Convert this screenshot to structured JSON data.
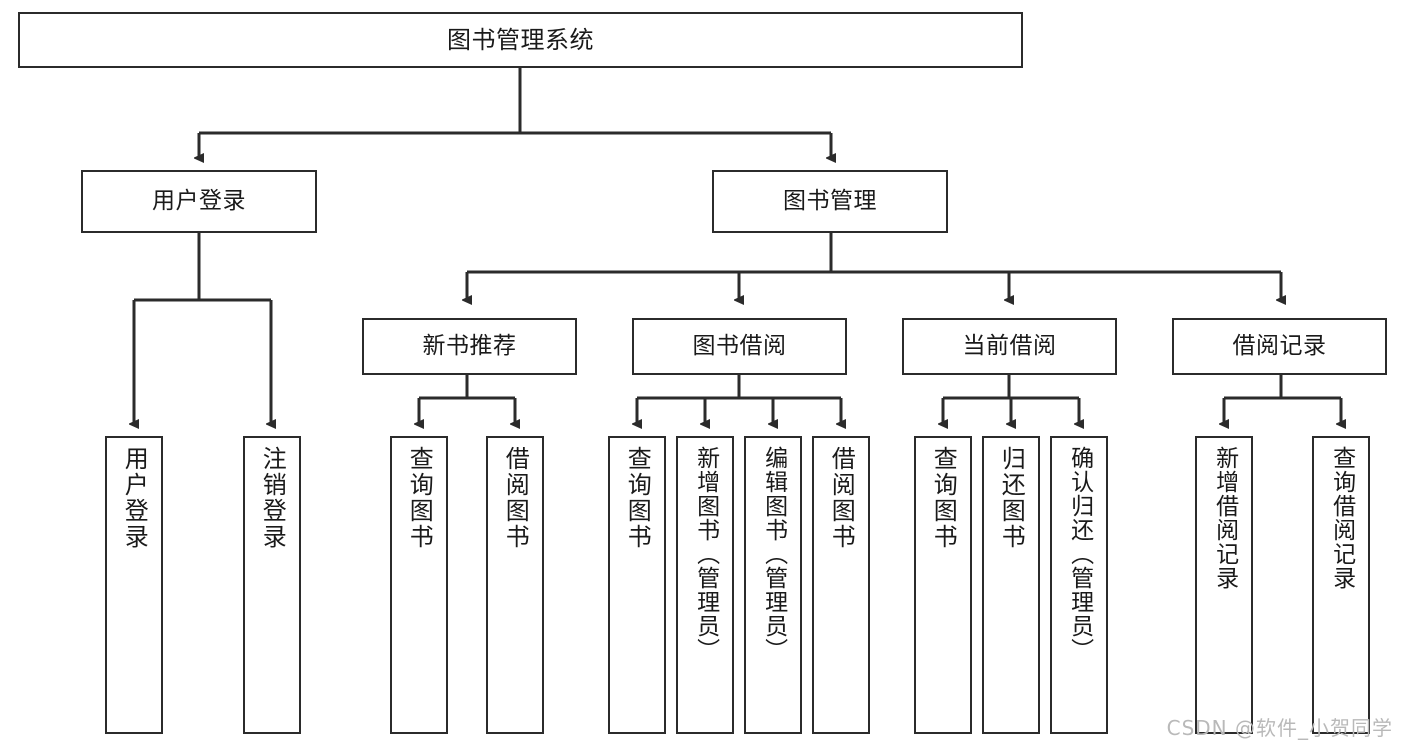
{
  "diagram": {
    "title": "图书管理系统",
    "type": "tree-structure-chart",
    "watermark": "CSDN @软件_小贺同学",
    "line_color": "#2b2b2b",
    "box_fill": "#ffffff",
    "text_color": "#1a1a1a",
    "watermark_color": "#b9b9b9"
  },
  "nodes": {
    "root": {
      "label": "图书管理系统"
    },
    "level2": [
      {
        "label": "用户登录"
      },
      {
        "label": "图书管理"
      }
    ],
    "level3": [
      {
        "label": "新书推荐"
      },
      {
        "label": "图书借阅"
      },
      {
        "label": "当前借阅"
      },
      {
        "label": "借阅记录"
      }
    ],
    "leaves": [
      {
        "label": "用户登录",
        "parent": "用户登录"
      },
      {
        "label": "注销登录",
        "parent": "用户登录"
      },
      {
        "label": "查询图书",
        "parent": "新书推荐"
      },
      {
        "label": "借阅图书",
        "parent": "新书推荐"
      },
      {
        "label": "查询图书",
        "parent": "图书借阅"
      },
      {
        "label": "新增图书（管理员）",
        "parent": "图书借阅"
      },
      {
        "label": "编辑图书（管理员）",
        "parent": "图书借阅"
      },
      {
        "label": "借阅图书",
        "parent": "图书借阅"
      },
      {
        "label": "查询图书",
        "parent": "当前借阅"
      },
      {
        "label": "归还图书",
        "parent": "当前借阅"
      },
      {
        "label": "确认归还（管理员）",
        "parent": "当前借阅"
      },
      {
        "label": "新增借阅记录",
        "parent": "借阅记录"
      },
      {
        "label": "查询借阅记录",
        "parent": "借阅记录"
      }
    ]
  }
}
